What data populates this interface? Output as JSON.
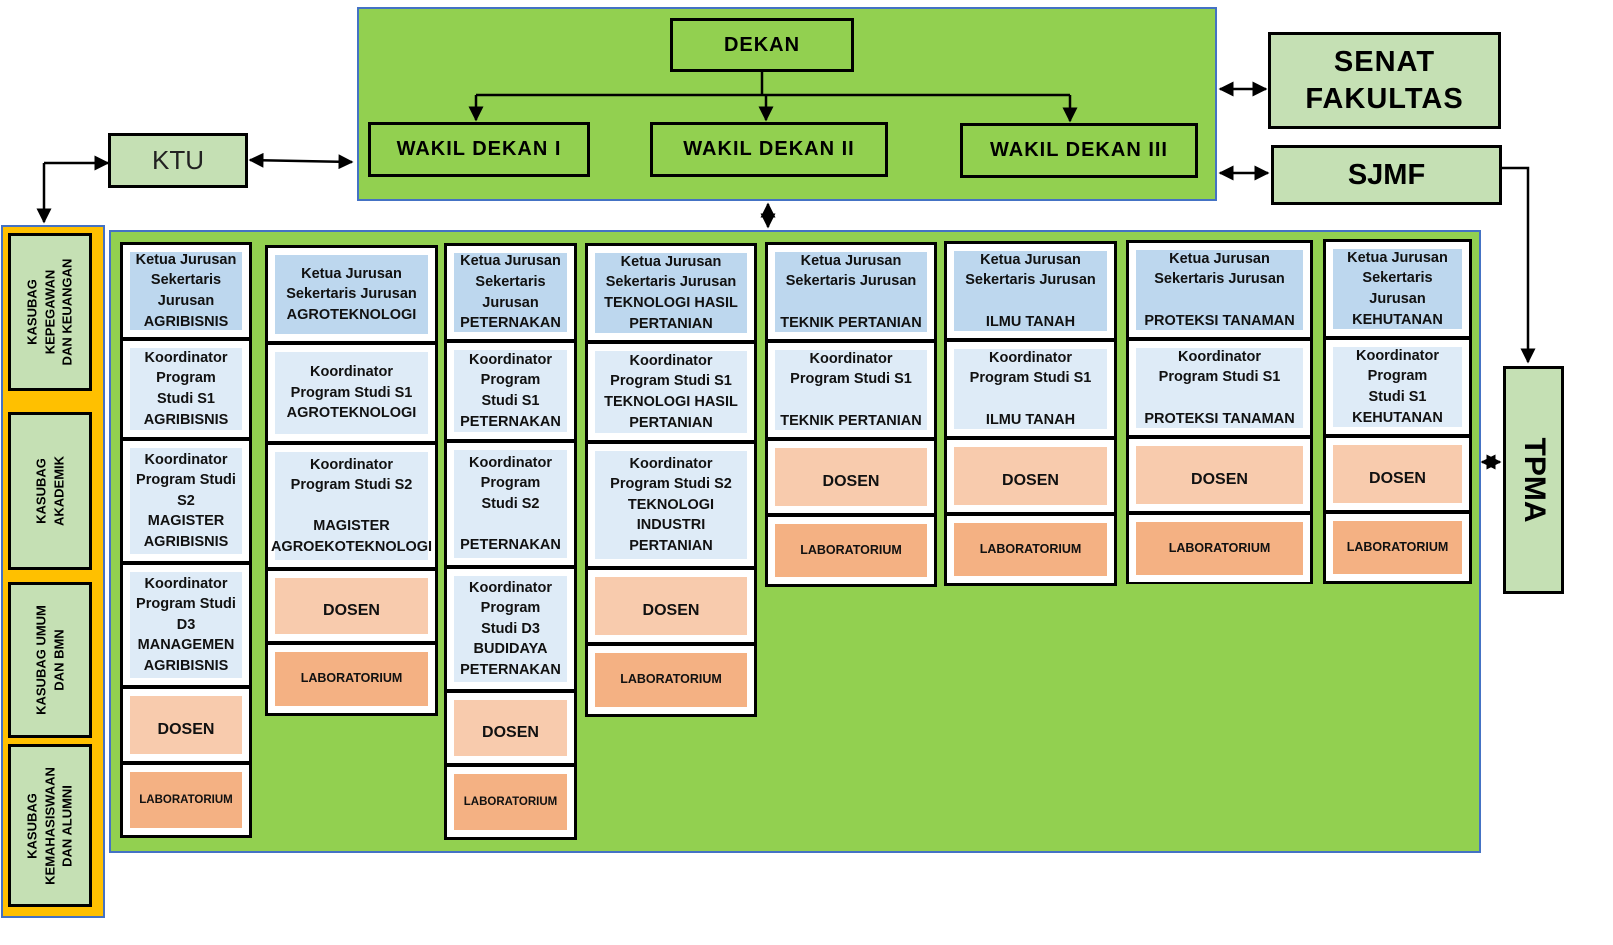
{
  "top": {
    "dekan": "DEKAN",
    "wakil_dekan_1": "WAKIL DEKAN I",
    "wakil_dekan_2": "WAKIL DEKAN II",
    "wakil_dekan_3": "WAKIL DEKAN III"
  },
  "side": {
    "ktu": "KTU",
    "senat_line1": "SENAT",
    "senat_line2": "FAKULTAS",
    "sjmf": "SJMF",
    "tpma": "TPMA"
  },
  "kasubag": [
    {
      "line1": "KASUBAG",
      "line2": "KEPEGAWAN",
      "line3": "DAN KEUANGAN"
    },
    {
      "line1": "KASUBAG",
      "line2": "AKADEMIK",
      "line3": ""
    },
    {
      "line1": "KASUBAG UMUM",
      "line2": "DAN BMN",
      "line3": ""
    },
    {
      "line1": "KASUBAG",
      "line2": "KEMAHASISWAAN",
      "line3": "DAN ALUMNI"
    }
  ],
  "departments": [
    {
      "ketua": "Ketua Jurusan\nSekertaris\nJurusan\nAGRIBISNIS",
      "programs": [
        "Koordinator\nProgram\nStudi S1\nAGRIBISNIS",
        "Koordinator\nProgram Studi\nS2\nMAGISTER\nAGRIBISNIS",
        "Koordinator\nProgram Studi\nD3\nMANAGEMEN\nAGRIBISNIS"
      ],
      "dosen": "DOSEN",
      "lab": "LABORATORIUM"
    },
    {
      "ketua": "Ketua Jurusan\nSekertaris Jurusan\nAGROTEKNOLOGI",
      "programs": [
        "Koordinator\nProgram Studi S1\nAGROTEKNOLOGI",
        "Koordinator\nProgram Studi S2\n\nMAGISTER\nAGROEKOTEKNOLOGI"
      ],
      "dosen": "DOSEN",
      "lab": "LABORATORIUM"
    },
    {
      "ketua": "Ketua Jurusan\nSekertaris\nJurusan\nPETERNAKAN",
      "programs": [
        "Koordinator\nProgram\nStudi S1\nPETERNAKAN",
        "Koordinator\nProgram\nStudi S2\n\nPETERNAKAN",
        "Koordinator\nProgram\nStudi D3\nBUDIDAYA\nPETERNAKAN"
      ],
      "dosen": "DOSEN",
      "lab": "LABORATORIUM"
    },
    {
      "ketua": "Ketua Jurusan\nSekertaris Jurusan\nTEKNOLOGI HASIL\nPERTANIAN",
      "programs": [
        "Koordinator\nProgram Studi S1\nTEKNOLOGI HASIL\nPERTANIAN",
        "Koordinator\nProgram Studi S2\nTEKNOLOGI\nINDUSTRI\nPERTANIAN"
      ],
      "dosen": "DOSEN",
      "lab": "LABORATORIUM"
    },
    {
      "ketua": "Ketua Jurusan\nSekertaris Jurusan\n\nTEKNIK PERTANIAN",
      "programs": [
        "Koordinator\nProgram Studi S1\n\nTEKNIK PERTANIAN"
      ],
      "dosen": "DOSEN",
      "lab": "LABORATORIUM"
    },
    {
      "ketua": "Ketua Jurusan\nSekertaris Jurusan\n\nILMU TANAH",
      "programs": [
        "Koordinator\nProgram Studi S1\n\nILMU TANAH"
      ],
      "dosen": "DOSEN",
      "lab": "LABORATORIUM"
    },
    {
      "ketua": "Ketua Jurusan\nSekertaris Jurusan\n\nPROTEKSI TANAMAN",
      "programs": [
        "Koordinator\nProgram Studi S1\n\nPROTEKSI TANAMAN"
      ],
      "dosen": "DOSEN",
      "lab": "LABORATORIUM"
    },
    {
      "ketua": "Ketua Jurusan\nSekertaris\nJurusan\nKEHUTANAN",
      "programs": [
        "Koordinator\nProgram\nStudi S1\nKEHUTANAN"
      ],
      "dosen": "DOSEN",
      "lab": "LABORATORIUM"
    }
  ],
  "colors": {
    "panel_green": "#92d050",
    "box_light_green": "#c5e0b4",
    "kasubag_frame": "#ffc000",
    "head_blue": "#bdd7ee",
    "program_blue": "#deebf7",
    "dosen_peach": "#f8cbad",
    "lab_orange": "#f4b183",
    "panel_border": "#4472c4"
  }
}
